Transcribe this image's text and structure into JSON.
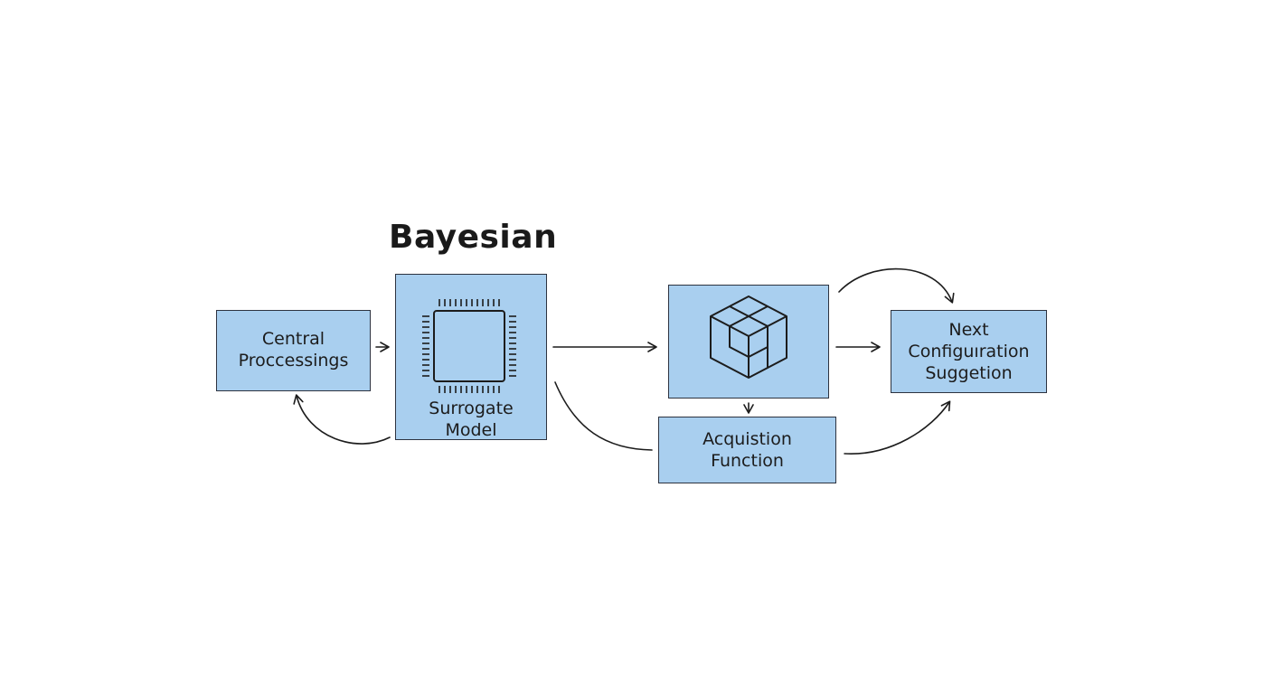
{
  "title": "Bayesian",
  "nodes": {
    "central": "Central\nProccessings",
    "surrogate": "Surrogate\nModel",
    "acquisition": "Acquistion\nFunction",
    "next": "Next\nConfiguıration\nSuggetion"
  },
  "icons": {
    "surrogate": "chip-icon",
    "cube_box": "cube-icon"
  },
  "colors": {
    "box_fill": "#a9cfef",
    "stroke": "#1c1c1c"
  }
}
